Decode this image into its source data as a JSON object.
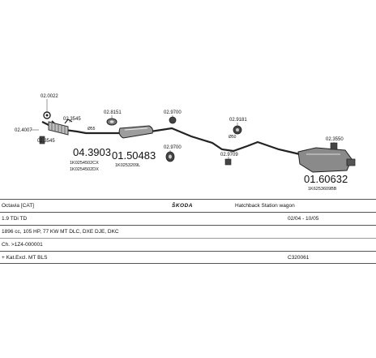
{
  "parts": [
    {
      "id": "p1",
      "number": "02.0022"
    },
    {
      "id": "p2",
      "number": "02.3545"
    },
    {
      "id": "p3",
      "number": "02.4007"
    },
    {
      "id": "p4",
      "number": "02.3545"
    },
    {
      "id": "p5",
      "number": "04.3903",
      "oem": [
        "1K0254502CX",
        "1K0254502DX"
      ]
    },
    {
      "id": "p6",
      "number": "02.8151"
    },
    {
      "id": "p7",
      "number": "01.50483",
      "oem": [
        "1K0253209L"
      ]
    },
    {
      "id": "p8",
      "number": "02.9700"
    },
    {
      "id": "p9",
      "number": "02.9700"
    },
    {
      "id": "p10",
      "number": "02.9181"
    },
    {
      "id": "p11",
      "number": "02.9709"
    },
    {
      "id": "p12",
      "number": "02.3550"
    },
    {
      "id": "p13",
      "number": "01.60632",
      "oem": [
        "1K6253609BB"
      ]
    }
  ],
  "pipe_diameters": [
    "Ø55",
    "Ø50"
  ],
  "vehicle": {
    "model": "Octavia  [CAT]",
    "brand_logo": "ŠKODA",
    "body": "Hatchback Station wagon",
    "engine_type": "1.9 TDi  TD",
    "date_range": "02/04 - 10/05",
    "engine_detail": "1896 cc, 105 HP, 77 KW MT DLC, DXE DJE, DKC",
    "chassis": "Ch. >1Z4-000001",
    "kit": "+ Kat.Excl. MT BLS",
    "code": "C320061"
  }
}
